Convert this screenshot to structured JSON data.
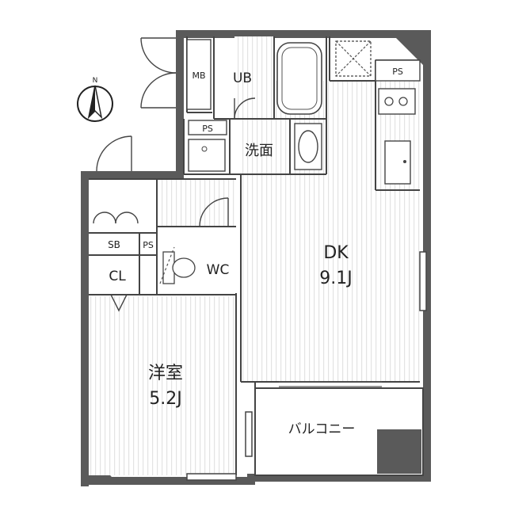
{
  "labels": {
    "mb": "MB",
    "ub": "UB",
    "ps_top": "PS",
    "ps_wash": "PS",
    "ps_toilet": "PS",
    "washroom": "洗面",
    "sb": "SB",
    "cl": "CL",
    "wc": "WC",
    "dk": "DK",
    "dk_size": "9.1J",
    "western_room": "洋室",
    "western_size": "5.2J",
    "balcony": "バルコニー",
    "north": "N"
  },
  "icons": [
    "compass-north-icon",
    "sink-icon",
    "stove-icon",
    "bathtub-icon",
    "toilet-icon"
  ],
  "colors": {
    "wall": "#5a5a5a",
    "floor_stripe": "#e6e6e6",
    "line": "#444444"
  }
}
